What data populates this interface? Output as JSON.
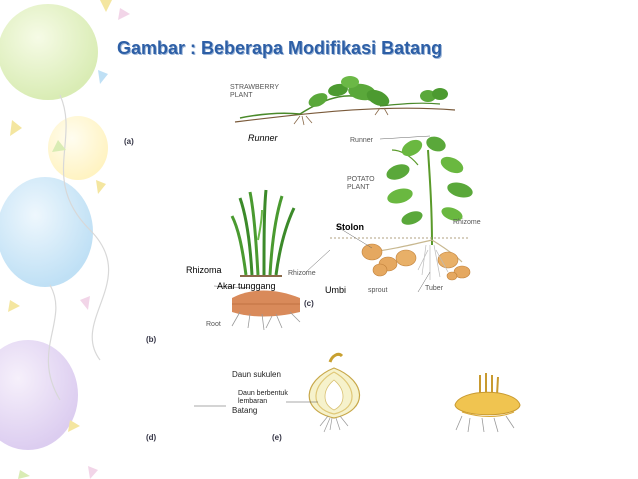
{
  "slide": {
    "title": "Gambar : Beberapa Modifikasi Batang"
  },
  "figure": {
    "labels": {
      "strawberry_plant": "STRAWBERRY\nPLANT",
      "potato_plant": "POTATO\nPLANT",
      "runner_en": "Runner",
      "runner": "Runner",
      "rhizome_top": "Rhizome",
      "rhizome_mid": "Rhizome",
      "tuber": "Tuber",
      "sprout": "sprout",
      "root": "Root",
      "stolon": "Stolon",
      "rhizoma": "Rhizoma",
      "akar_tunggang": "Akar tunggang",
      "umbi": "Umbi",
      "daun_sukulen": "Daun sukulen",
      "daun_berbentuk": "Daun berbentuk",
      "lembaran": "lembaran",
      "batang": "Batang",
      "cap_a": "(a)",
      "cap_b": "(b)",
      "cap_c": "(c)",
      "cap_d": "(d)",
      "cap_e": "(e)"
    }
  }
}
